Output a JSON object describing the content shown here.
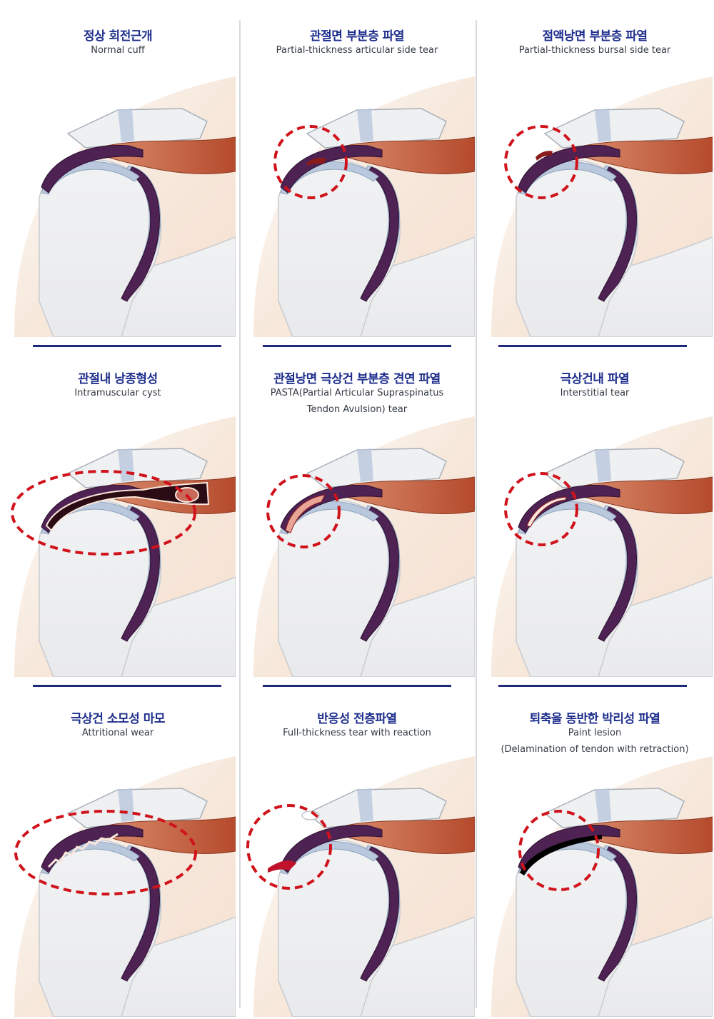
{
  "panels": [
    {
      "title_ko": "정상 회전근개",
      "title_en": [
        "Normal cuff"
      ],
      "lesion": "none"
    },
    {
      "title_ko": "관절면 부분층 파열",
      "title_en": [
        "Partial-thickness articular side tear"
      ],
      "lesion": "articular"
    },
    {
      "title_ko": "점액낭면 부분층 파열",
      "title_en": [
        "Partial-thickness bursal side tear"
      ],
      "lesion": "bursal"
    },
    {
      "title_ko": "관절내 낭종형성",
      "title_en": [
        "Intramuscular cyst"
      ],
      "lesion": "cyst"
    },
    {
      "title_ko": "관절낭면 극상건 부분층 견연 파열",
      "title_en": [
        "PASTA(Partial Articular Supraspinatus",
        "Tendon Avulsion) tear"
      ],
      "lesion": "pasta"
    },
    {
      "title_ko": "극상건내 파열",
      "title_en": [
        "Interstitial tear"
      ],
      "lesion": "interstitial"
    },
    {
      "title_ko": "극상건 소모성 마모",
      "title_en": [
        "Attritional wear"
      ],
      "lesion": "attritional"
    },
    {
      "title_ko": "반응성 전층파열",
      "title_en": [
        "Full-thickness tear with reaction"
      ],
      "lesion": "full"
    },
    {
      "title_ko": "퇴축을 동반한 박리성 파열",
      "title_en": [
        "Paint lesion",
        "(Delamination of tendon with retraction)"
      ],
      "lesion": "paint"
    }
  ],
  "colors": {
    "title": "#1e2e8c",
    "divider": "#1f2a7a",
    "circle": "#d0121b",
    "bone": "#e9eaec",
    "cartilage": "#b9c8dc",
    "tendon": "#4e2252",
    "muscle": "#b54a2c",
    "skin": "#f6e6d8"
  }
}
